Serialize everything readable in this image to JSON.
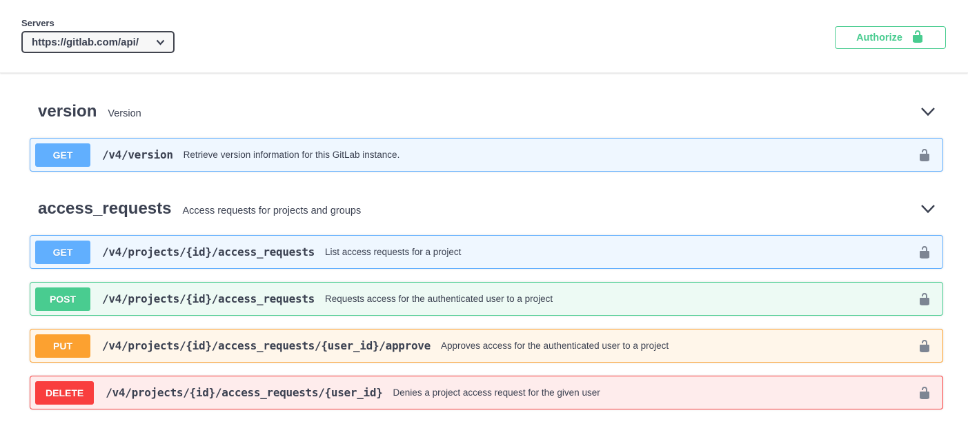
{
  "servers": {
    "label": "Servers",
    "selected": "https://gitlab.com/api/"
  },
  "authorize": {
    "label": "Authorize"
  },
  "colors": {
    "get": "#61affe",
    "post": "#49cc90",
    "put": "#fca130",
    "delete": "#f93e3e",
    "authorize": "#49cc90",
    "lock": "#7d8593",
    "heading": "#3b4151"
  },
  "sections": [
    {
      "name": "version",
      "description": "Version",
      "operations": [
        {
          "method": "GET",
          "path": "/v4/version",
          "summary": "Retrieve version information for this GitLab instance."
        }
      ]
    },
    {
      "name": "access_requests",
      "description": "Access requests for projects and groups",
      "operations": [
        {
          "method": "GET",
          "path": "/v4/projects/{id}/access_requests",
          "summary": "List access requests for a project"
        },
        {
          "method": "POST",
          "path": "/v4/projects/{id}/access_requests",
          "summary": "Requests access for the authenticated user to a project"
        },
        {
          "method": "PUT",
          "path": "/v4/projects/{id}/access_requests/{user_id}/approve",
          "summary": "Approves access for the authenticated user to a project"
        },
        {
          "method": "DELETE",
          "path": "/v4/projects/{id}/access_requests/{user_id}",
          "summary": "Denies a project access request for the given user"
        }
      ]
    }
  ]
}
